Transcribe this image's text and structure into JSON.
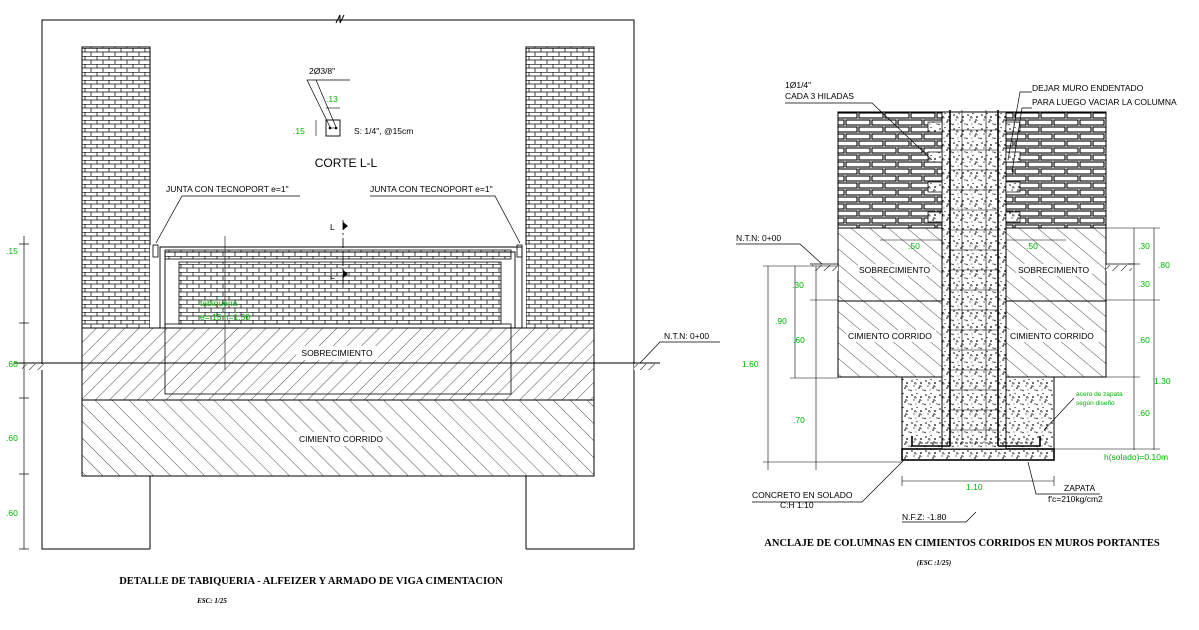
{
  "left_detail": {
    "reinforcement_bars": "2Ø3/8\"",
    "dim_13": ".13",
    "dim_15_small": ".15",
    "stirrups": "S: 1/4\", @15cm",
    "section_title": "CORTE L-L",
    "joint_left": "JUNTA CON TECNOPORT e=1\"",
    "joint_right": "JUNTA CON TECNOPORT e=1\"",
    "cut_mark_top": "L",
    "cut_mark_bottom": "L",
    "sill_text_1": "tabiqueria",
    "sill_text_2": "e=.15 h=1.50",
    "ntn": "N.T.N: 0+00",
    "overfoundation": "SOBRECIMIENTO",
    "foundation": "CIMIENTO CORRIDO",
    "dims_left": [
      ".15",
      ".60",
      ".60",
      ".60"
    ],
    "title": "DETALLE DE TABIQUERIA - ALFEIZER Y ARMADO DE VIGA CIMENTACION",
    "scale": "ESC: 1/25"
  },
  "right_detail": {
    "bar_spec": "1Ø1/4\"",
    "bar_spacing": "CADA 3 HILADAS",
    "toothed_wall_1": "DEJAR MURO ENDENTADO",
    "toothed_wall_2": "PARA LUEGO VACIAR LA COLUMNA",
    "ntn": "N.T.N: 0+00",
    "dim_50_left": ".50",
    "dim_50_right": ".50",
    "overfoundation_left": "SOBRECIMIENTO",
    "overfoundation_right": "SOBRECIMIENTO",
    "foundation_left": "CIMIENTO CORRIDO",
    "foundation_right": "CIMIENTO CORRIDO",
    "dims_left": [
      ".30",
      ".90",
      ".60",
      "1.60",
      ".70"
    ],
    "dims_right": [
      ".30",
      ".80",
      ".30",
      ".60",
      "1.30",
      ".60"
    ],
    "footing_steel_1": "acero de zapata",
    "footing_steel_2": "según diseño",
    "footing_height": "h(solado)=0.10m",
    "footing": "ZAPATA",
    "footing_concrete": "f'c=210kg/cm2",
    "footing_width": "1.10",
    "lean_concrete": "CONCRETO EN SOLADO",
    "lean_mix": "C:H 1:10",
    "nfz": "N.F.Z: -1.80",
    "title": "ANCLAJE DE COLUMNAS EN CIMIENTOS CORRIDOS EN MUROS PORTANTES",
    "scale": "(ESC :1/25)"
  }
}
